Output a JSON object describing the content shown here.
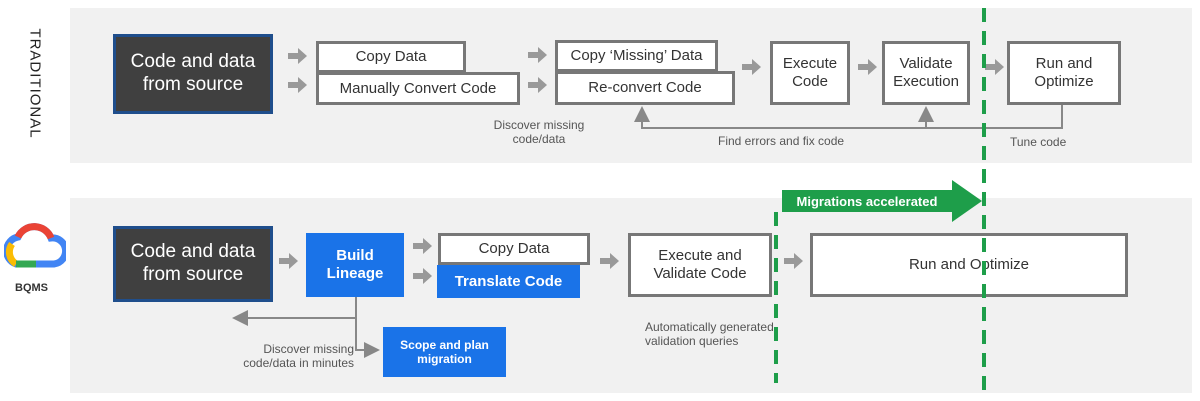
{
  "traditional": {
    "label": "TRADITIONAL",
    "source_box": "Code and data from source",
    "copy_data": "Copy Data",
    "manually_convert": "Manually Convert Code",
    "copy_missing": "Copy ‘Missing’ Data",
    "reconvert": "Re-convert Code",
    "execute": "Execute Code",
    "validate": "Validate Execution",
    "run_optimize": "Run and Optimize",
    "discover_note": "Discover missing code/data",
    "find_errors_note": "Find errors and fix code",
    "tune_note": "Tune code"
  },
  "bqms": {
    "logo_label": "BQMS",
    "source_box": "Code and data from source",
    "build_lineage": "Build Lineage",
    "copy_data": "Copy Data",
    "translate_code": "Translate Code",
    "execute_validate": "Execute and Validate Code",
    "run_optimize": "Run and Optimize",
    "discover_note": "Discover missing code/data in minutes",
    "scope_plan": "Scope and plan migration",
    "auto_note": "Automatically generated validation queries",
    "accelerated": "Migrations accelerated"
  },
  "colors": {
    "panel": "#f1f1f1",
    "dark_box": "#404040",
    "dark_border": "#1f4e8c",
    "blue": "#1a73e8",
    "green": "#1e9e4a",
    "gray_border": "#777777"
  },
  "icons": [
    "arrow-right-icon",
    "google-cloud-logo-icon"
  ]
}
